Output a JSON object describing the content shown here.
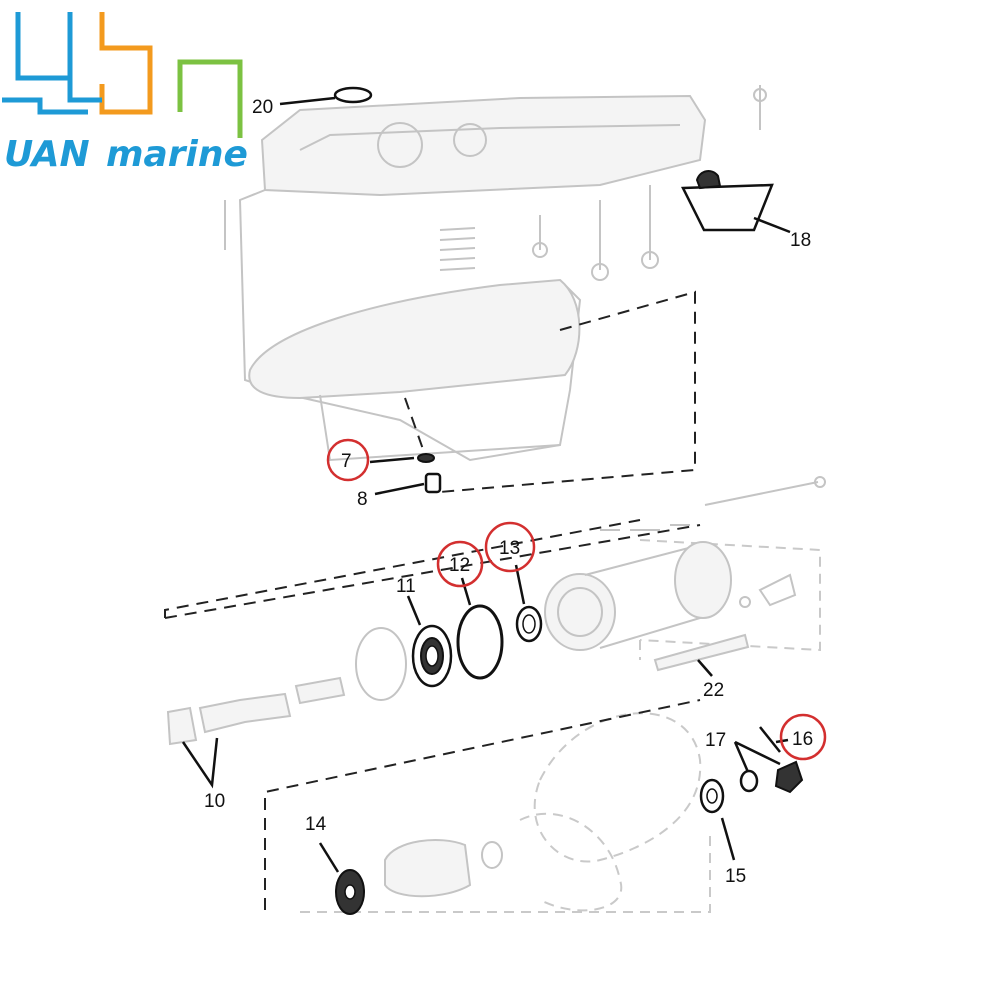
{
  "brand": {
    "name_part1": "UAN",
    "name_part2": "marine",
    "colors": {
      "blue": "#1e9ad6",
      "orange": "#f39a1e",
      "green": "#7cc242"
    }
  },
  "callouts": {
    "c20": "20",
    "c18": "18",
    "c7": "7",
    "c8": "8",
    "c11": "11",
    "c12": "12",
    "c13": "13",
    "c22": "22",
    "c10": "10",
    "c17": "17",
    "c16": "16",
    "c14": "14",
    "c15": "15"
  },
  "highlighted_callouts": [
    "7",
    "12",
    "13",
    "16"
  ],
  "highlight_color": "#d32f2f"
}
